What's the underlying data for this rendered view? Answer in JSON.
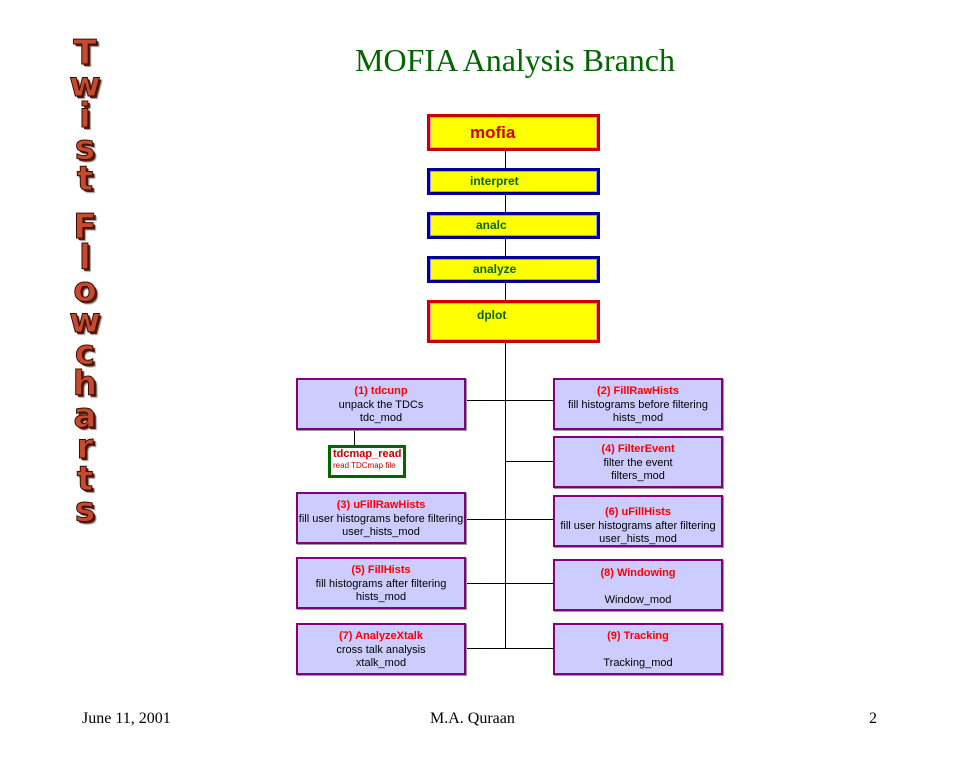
{
  "title": "MOFIA Analysis Branch",
  "side_title_letters": [
    "T",
    "w",
    "i",
    "s",
    "t",
    "",
    "F",
    "l",
    "o",
    "w",
    "c",
    "h",
    "a",
    "r",
    "t",
    "s"
  ],
  "chain": {
    "mofia": "mofia",
    "interpret": "interpret",
    "analc": "analc",
    "analyze": "analyze",
    "dplot": "dplot"
  },
  "modules": {
    "tdcunp": {
      "title": "(1) tdcunp",
      "desc": "unpack the TDCs",
      "mod": "tdc_mod"
    },
    "fillrawhists": {
      "title": "(2) FillRawHists",
      "desc": "fill histograms before filtering",
      "mod": "hists_mod"
    },
    "ufillrawhists": {
      "title": "(3) uFillRawHists",
      "desc": "fill user histograms before filtering",
      "mod": "user_hists_mod"
    },
    "filterevent": {
      "title": "(4) FilterEvent",
      "desc": "filter the event",
      "mod": "filters_mod"
    },
    "fillhists": {
      "title": "(5) FillHists",
      "desc": "fill histograms after filtering",
      "mod": "hists_mod"
    },
    "ufillhists": {
      "title": "(6) uFillHists",
      "desc": "fill user histograms after filtering",
      "mod": "user_hists_mod"
    },
    "analyzextalk": {
      "title": "(7) AnalyzeXtalk",
      "desc": "cross talk analysis",
      "mod": "xtalk_mod"
    },
    "windowing": {
      "title": "(8) Windowing",
      "desc": "",
      "mod": "Window_mod"
    },
    "tracking": {
      "title": "(9) Tracking",
      "desc": "",
      "mod": "Tracking_mod"
    }
  },
  "tdcmap": {
    "title": "tdcmap_read",
    "desc": "read TDCmap file"
  },
  "footer": {
    "date": "June 11, 2001",
    "author": "M.A. Quraan",
    "page": "2"
  }
}
